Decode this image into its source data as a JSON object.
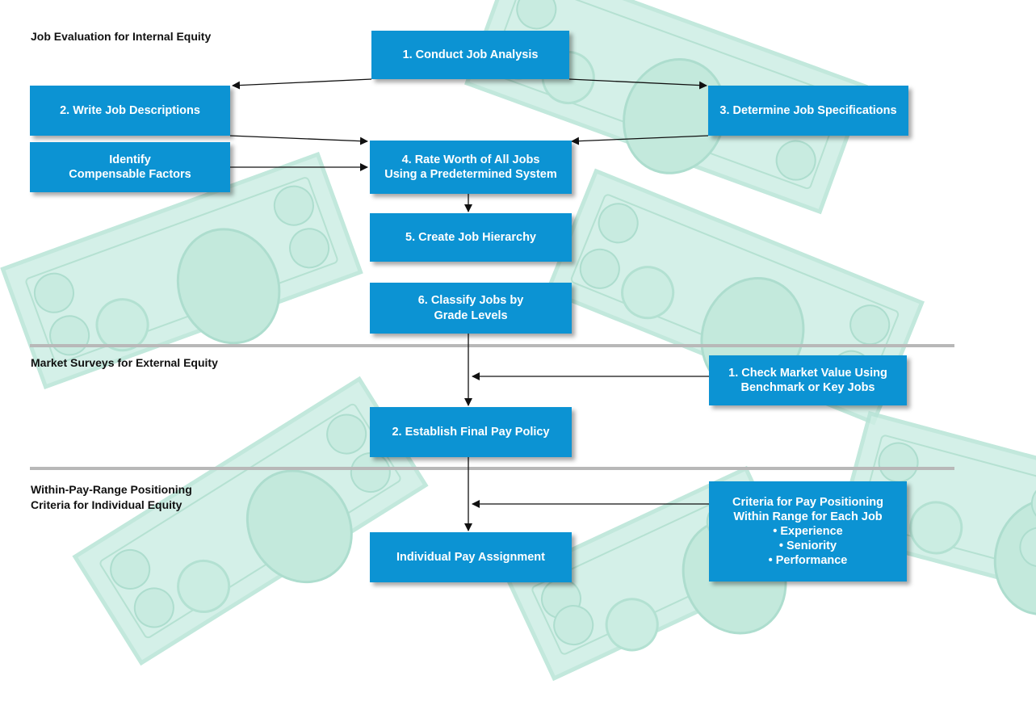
{
  "sections": [
    {
      "id": "job-evaluation",
      "lines": [
        "Job Evaluation for Internal Equity"
      ]
    },
    {
      "id": "market-surveys",
      "lines": [
        "Market Surveys for External Equity"
      ]
    },
    {
      "id": "within-pay-range",
      "lines": [
        "Within-Pay-Range Positioning",
        "Criteria for Individual Equity"
      ]
    }
  ],
  "nodes": {
    "conduct_job_analysis": [
      "1. Conduct Job Analysis"
    ],
    "write_job_descriptions": [
      "2. Write Job Descriptions"
    ],
    "determine_job_specifications": [
      "3. Determine Job Specifications"
    ],
    "identify_compensable_factors": [
      "Identify",
      "Compensable Factors"
    ],
    "rate_worth": [
      "4. Rate Worth of All Jobs",
      "Using a Predetermined System"
    ],
    "create_job_hierarchy": [
      "5. Create Job Hierarchy"
    ],
    "classify_jobs": [
      "6. Classify Jobs by",
      "Grade Levels"
    ],
    "check_market_value": [
      "1. Check Market Value Using",
      "Benchmark or Key Jobs"
    ],
    "establish_final_pay_policy": [
      "2. Establish Final Pay Policy"
    ],
    "criteria_pay_positioning": [
      "Criteria for Pay Positioning",
      "Within Range for Each Job",
      "• Experience",
      "• Seniority",
      "• Performance"
    ],
    "individual_pay_assignment": [
      "Individual Pay Assignment"
    ]
  },
  "edges": [
    {
      "from": "conduct_job_analysis",
      "to": "write_job_descriptions"
    },
    {
      "from": "conduct_job_analysis",
      "to": "determine_job_specifications"
    },
    {
      "from": "write_job_descriptions",
      "to": "rate_worth"
    },
    {
      "from": "determine_job_specifications",
      "to": "rate_worth"
    },
    {
      "from": "identify_compensable_factors",
      "to": "rate_worth"
    },
    {
      "from": "rate_worth",
      "to": "create_job_hierarchy"
    },
    {
      "from": "classify_jobs",
      "to": "establish_final_pay_policy"
    },
    {
      "from": "check_market_value",
      "to": "establish_final_pay_policy"
    },
    {
      "from": "establish_final_pay_policy",
      "to": "individual_pay_assignment"
    },
    {
      "from": "criteria_pay_positioning",
      "to": "individual_pay_assignment"
    }
  ],
  "colors": {
    "box_fill": "#0c93d3",
    "box_text": "#ffffff",
    "arrow": "#111111",
    "divider": "#b8b8b8",
    "background_bills": "#cdeee4"
  },
  "background_motif": "dollar-bill-icon"
}
